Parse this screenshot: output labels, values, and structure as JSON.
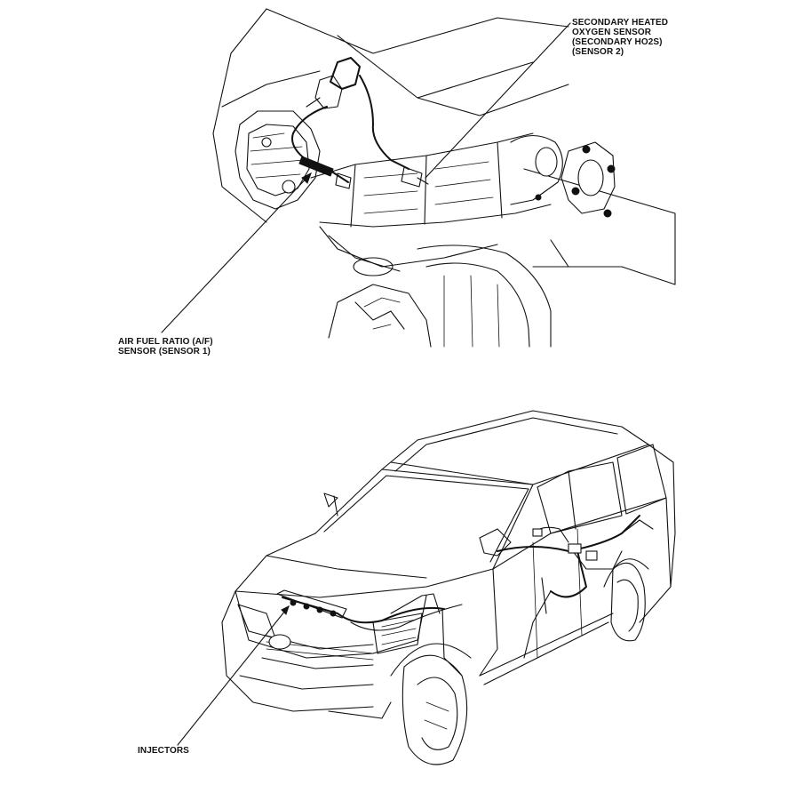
{
  "labels": {
    "secondary_sensor": [
      "SECONDARY HEATED",
      "OXYGEN SENSOR",
      "(SECONDARY HO2S)",
      "(SENSOR 2)"
    ],
    "af_sensor": [
      "AIR FUEL RATIO (A/F)",
      "SENSOR (SENSOR 1)"
    ],
    "injectors": "INJECTORS"
  }
}
